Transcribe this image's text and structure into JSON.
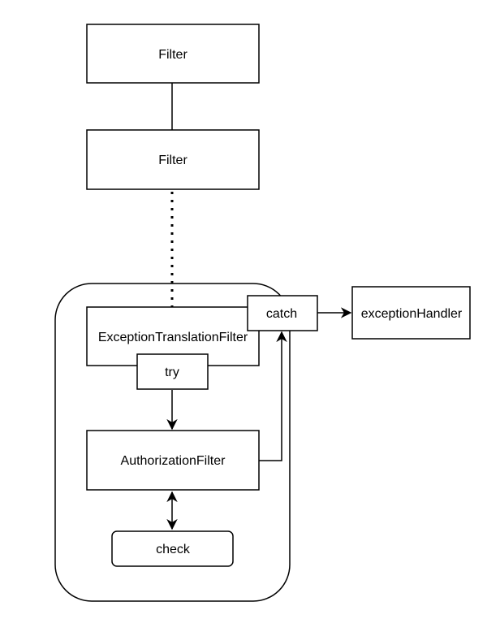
{
  "diagram": {
    "nodes": {
      "filter_1": {
        "label": "Filter"
      },
      "filter_2": {
        "label": "Filter"
      },
      "exception_translation_filter": {
        "label": "ExceptionTranslationFilter"
      },
      "try_block": {
        "label": "try"
      },
      "catch_block": {
        "label": "catch"
      },
      "exception_handler": {
        "label": "exceptionHandler"
      },
      "authorization_filter": {
        "label": "AuthorizationFilter"
      },
      "check": {
        "label": "check"
      }
    },
    "colors": {
      "stroke": "#000000",
      "fill": "#ffffff",
      "text": "#000000"
    }
  }
}
